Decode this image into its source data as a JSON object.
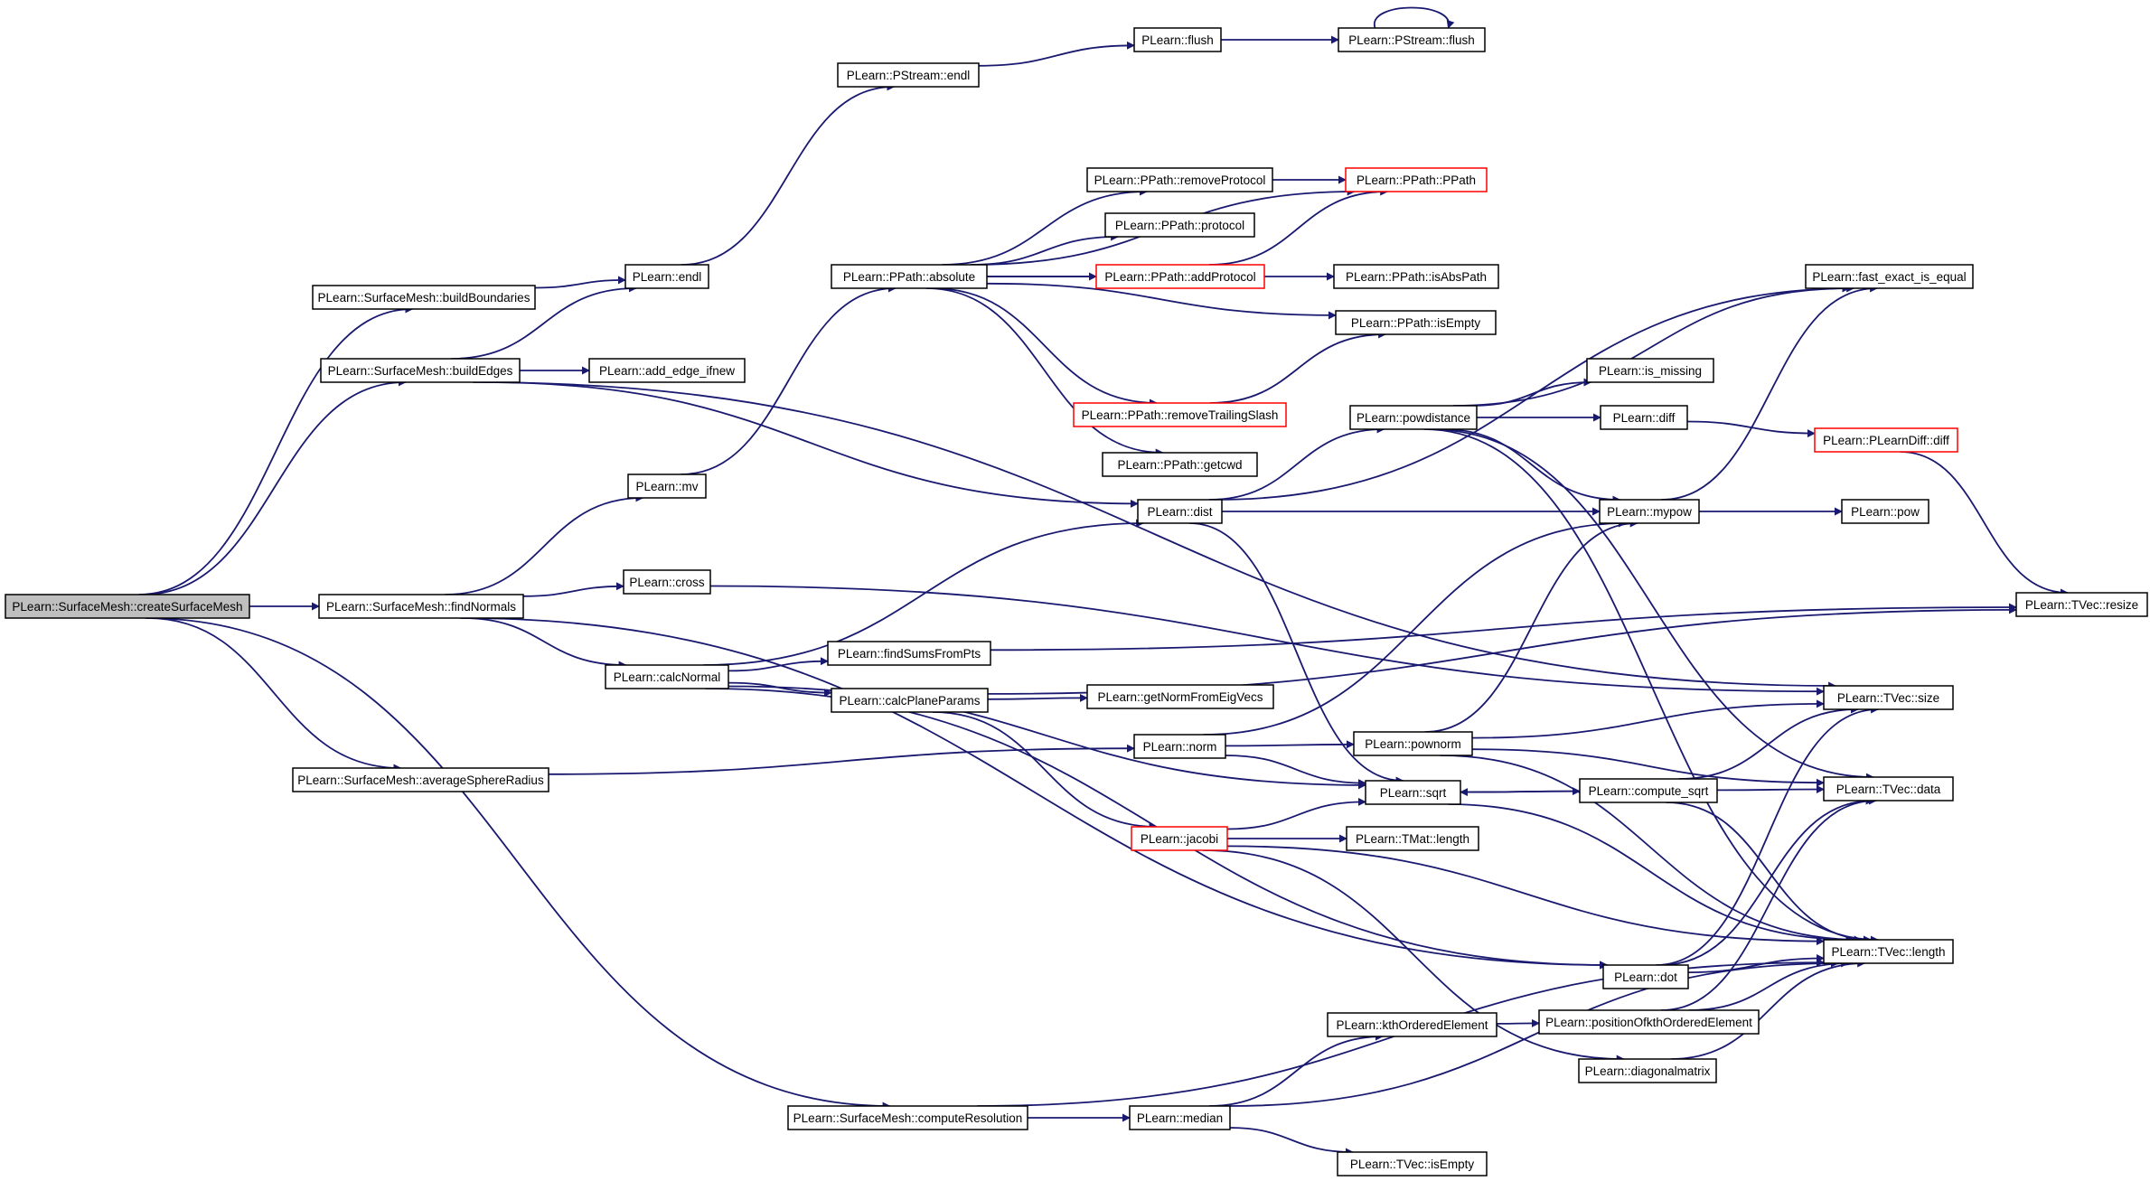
{
  "colors": {
    "edge": "#191970",
    "node_border": "#000000",
    "truncated_border": "#ff0000",
    "root_fill": "#bfbfbf",
    "node_fill": "#ffffff"
  },
  "nodes": [
    {
      "id": "createSurfaceMesh",
      "label": "PLearn::SurfaceMesh::createSurfaceMesh",
      "style": "root"
    },
    {
      "id": "buildBoundaries",
      "label": "PLearn::SurfaceMesh::buildBoundaries",
      "style": "normal"
    },
    {
      "id": "buildEdges",
      "label": "PLearn::SurfaceMesh::buildEdges",
      "style": "normal"
    },
    {
      "id": "findNormals",
      "label": "PLearn::SurfaceMesh::findNormals",
      "style": "normal"
    },
    {
      "id": "averageSphereRadius",
      "label": "PLearn::SurfaceMesh::averageSphereRadius",
      "style": "normal"
    },
    {
      "id": "computeResolution",
      "label": "PLearn::SurfaceMesh::computeResolution",
      "style": "normal"
    },
    {
      "id": "pstream_endl",
      "label": "PLearn::PStream::endl",
      "style": "normal"
    },
    {
      "id": "flush",
      "label": "PLearn::flush",
      "style": "normal"
    },
    {
      "id": "pstream_flush",
      "label": "PLearn::PStream::flush",
      "style": "normal"
    },
    {
      "id": "endl",
      "label": "PLearn::endl",
      "style": "normal"
    },
    {
      "id": "add_edge_ifnew",
      "label": "PLearn::add_edge_ifnew",
      "style": "normal"
    },
    {
      "id": "mv",
      "label": "PLearn::mv",
      "style": "normal"
    },
    {
      "id": "cross",
      "label": "PLearn::cross",
      "style": "normal"
    },
    {
      "id": "calcNormal",
      "label": "PLearn::calcNormal",
      "style": "normal"
    },
    {
      "id": "absolute",
      "label": "PLearn::PPath::absolute",
      "style": "normal"
    },
    {
      "id": "removeProtocol",
      "label": "PLearn::PPath::removeProtocol",
      "style": "normal"
    },
    {
      "id": "protocol",
      "label": "PLearn::PPath::protocol",
      "style": "normal"
    },
    {
      "id": "addProtocol",
      "label": "PLearn::PPath::addProtocol",
      "style": "truncated"
    },
    {
      "id": "removeTrailingSlash",
      "label": "PLearn::PPath::removeTrailingSlash",
      "style": "truncated"
    },
    {
      "id": "getcwd",
      "label": "PLearn::PPath::getcwd",
      "style": "normal"
    },
    {
      "id": "ppath",
      "label": "PLearn::PPath::PPath",
      "style": "truncated"
    },
    {
      "id": "isAbsPath",
      "label": "PLearn::PPath::isAbsPath",
      "style": "normal"
    },
    {
      "id": "ppath_isEmpty",
      "label": "PLearn::PPath::isEmpty",
      "style": "normal"
    },
    {
      "id": "findSumsFromPts",
      "label": "PLearn::findSumsFromPts",
      "style": "normal"
    },
    {
      "id": "calcPlaneParams",
      "label": "PLearn::calcPlaneParams",
      "style": "normal"
    },
    {
      "id": "getNormFromEigVecs",
      "label": "PLearn::getNormFromEigVecs",
      "style": "normal"
    },
    {
      "id": "norm",
      "label": "PLearn::norm",
      "style": "normal"
    },
    {
      "id": "jacobi",
      "label": "PLearn::jacobi",
      "style": "truncated"
    },
    {
      "id": "dist",
      "label": "PLearn::dist",
      "style": "normal"
    },
    {
      "id": "median",
      "label": "PLearn::median",
      "style": "normal"
    },
    {
      "id": "powdistance",
      "label": "PLearn::powdistance",
      "style": "normal"
    },
    {
      "id": "pownorm",
      "label": "PLearn::pownorm",
      "style": "normal"
    },
    {
      "id": "sqrt",
      "label": "PLearn::sqrt",
      "style": "normal"
    },
    {
      "id": "tmat_length",
      "label": "PLearn::TMat::length",
      "style": "normal"
    },
    {
      "id": "kthOrderedElement",
      "label": "PLearn::kthOrderedElement",
      "style": "normal"
    },
    {
      "id": "tvec_isEmpty",
      "label": "PLearn::TVec::isEmpty",
      "style": "normal"
    },
    {
      "id": "is_missing",
      "label": "PLearn::is_missing",
      "style": "normal"
    },
    {
      "id": "diff",
      "label": "PLearn::diff",
      "style": "normal"
    },
    {
      "id": "mypow",
      "label": "PLearn::mypow",
      "style": "normal"
    },
    {
      "id": "compute_sqrt",
      "label": "PLearn::compute_sqrt",
      "style": "normal"
    },
    {
      "id": "dot",
      "label": "PLearn::dot",
      "style": "normal"
    },
    {
      "id": "positionOfkth",
      "label": "PLearn::positionOfkthOrderedElement",
      "style": "normal"
    },
    {
      "id": "diagonalmatrix",
      "label": "PLearn::diagonalmatrix",
      "style": "normal"
    },
    {
      "id": "pow",
      "label": "PLearn::pow",
      "style": "normal"
    },
    {
      "id": "pldiff",
      "label": "PLearn::PLearnDiff::diff",
      "style": "truncated"
    },
    {
      "id": "fast_exact_is_equal",
      "label": "PLearn::fast_exact_is_equal",
      "style": "normal"
    },
    {
      "id": "tvec_size",
      "label": "PLearn::TVec::size",
      "style": "normal"
    },
    {
      "id": "tvec_data",
      "label": "PLearn::TVec::data",
      "style": "normal"
    },
    {
      "id": "tvec_length",
      "label": "PLearn::TVec::length",
      "style": "normal"
    },
    {
      "id": "tvec_resize",
      "label": "PLearn::TVec::resize",
      "style": "normal"
    }
  ],
  "edges": [
    [
      "createSurfaceMesh",
      "buildBoundaries"
    ],
    [
      "createSurfaceMesh",
      "buildEdges"
    ],
    [
      "createSurfaceMesh",
      "findNormals"
    ],
    [
      "createSurfaceMesh",
      "averageSphereRadius"
    ],
    [
      "createSurfaceMesh",
      "computeResolution"
    ],
    [
      "buildBoundaries",
      "endl"
    ],
    [
      "endl",
      "pstream_endl"
    ],
    [
      "pstream_endl",
      "flush"
    ],
    [
      "flush",
      "pstream_flush"
    ],
    [
      "pstream_flush",
      "pstream_flush"
    ],
    [
      "buildEdges",
      "endl"
    ],
    [
      "buildEdges",
      "add_edge_ifnew"
    ],
    [
      "buildEdges",
      "dist"
    ],
    [
      "buildEdges",
      "tvec_size"
    ],
    [
      "findNormals",
      "mv"
    ],
    [
      "findNormals",
      "cross"
    ],
    [
      "findNormals",
      "calcNormal"
    ],
    [
      "findNormals",
      "dot"
    ],
    [
      "mv",
      "absolute"
    ],
    [
      "absolute",
      "ppath"
    ],
    [
      "absolute",
      "removeProtocol"
    ],
    [
      "absolute",
      "protocol"
    ],
    [
      "absolute",
      "addProtocol"
    ],
    [
      "absolute",
      "isAbsPath"
    ],
    [
      "absolute",
      "ppath_isEmpty"
    ],
    [
      "absolute",
      "removeTrailingSlash"
    ],
    [
      "absolute",
      "getcwd"
    ],
    [
      "removeProtocol",
      "ppath"
    ],
    [
      "addProtocol",
      "ppath"
    ],
    [
      "removeTrailingSlash",
      "ppath_isEmpty"
    ],
    [
      "cross",
      "tvec_size"
    ],
    [
      "calcNormal",
      "dist"
    ],
    [
      "calcNormal",
      "findSumsFromPts"
    ],
    [
      "calcNormal",
      "calcPlaneParams"
    ],
    [
      "calcNormal",
      "sqrt"
    ],
    [
      "calcNormal",
      "dot"
    ],
    [
      "findSumsFromPts",
      "tvec_resize"
    ],
    [
      "calcPlaneParams",
      "getNormFromEigVecs"
    ],
    [
      "calcPlaneParams",
      "jacobi"
    ],
    [
      "calcPlaneParams",
      "tvec_resize"
    ],
    [
      "averageSphereRadius",
      "norm"
    ],
    [
      "norm",
      "pownorm"
    ],
    [
      "norm",
      "sqrt"
    ],
    [
      "norm",
      "mypow"
    ],
    [
      "jacobi",
      "sqrt"
    ],
    [
      "jacobi",
      "tmat_length"
    ],
    [
      "jacobi",
      "diagonalmatrix"
    ],
    [
      "jacobi",
      "tvec_length"
    ],
    [
      "dist",
      "powdistance"
    ],
    [
      "dist",
      "mypow"
    ],
    [
      "dist",
      "sqrt"
    ],
    [
      "dist",
      "fast_exact_is_equal"
    ],
    [
      "powdistance",
      "is_missing"
    ],
    [
      "powdistance",
      "diff"
    ],
    [
      "powdistance",
      "mypow"
    ],
    [
      "powdistance",
      "fast_exact_is_equal"
    ],
    [
      "powdistance",
      "tvec_length"
    ],
    [
      "powdistance",
      "tvec_data"
    ],
    [
      "diff",
      "pldiff"
    ],
    [
      "pldiff",
      "tvec_resize"
    ],
    [
      "mypow",
      "pow"
    ],
    [
      "mypow",
      "fast_exact_is_equal"
    ],
    [
      "pownorm",
      "mypow"
    ],
    [
      "pownorm",
      "tvec_size"
    ],
    [
      "pownorm",
      "tvec_data"
    ],
    [
      "pownorm",
      "tvec_length"
    ],
    [
      "sqrt",
      "compute_sqrt"
    ],
    [
      "sqrt",
      "tvec_length"
    ],
    [
      "compute_sqrt",
      "sqrt"
    ],
    [
      "compute_sqrt",
      "tvec_size"
    ],
    [
      "compute_sqrt",
      "tvec_data"
    ],
    [
      "compute_sqrt",
      "tvec_length"
    ],
    [
      "dot",
      "tvec_size"
    ],
    [
      "dot",
      "tvec_data"
    ],
    [
      "dot",
      "tvec_length"
    ],
    [
      "computeResolution",
      "median"
    ],
    [
      "computeResolution",
      "tvec_length"
    ],
    [
      "median",
      "kthOrderedElement"
    ],
    [
      "median",
      "tvec_isEmpty"
    ],
    [
      "median",
      "tvec_length"
    ],
    [
      "kthOrderedElement",
      "positionOfkth"
    ],
    [
      "positionOfkth",
      "tvec_data"
    ],
    [
      "positionOfkth",
      "tvec_length"
    ],
    [
      "diagonalmatrix",
      "tvec_length"
    ]
  ]
}
